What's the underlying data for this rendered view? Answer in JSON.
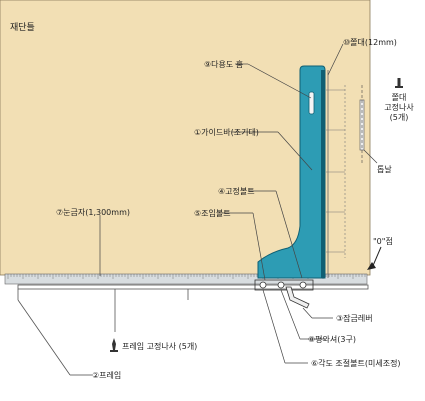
{
  "title": "재단틀",
  "colors": {
    "board": "#f2dfb4",
    "board_edge": "#8a7a5a",
    "fence": "#2d9cb4",
    "fence_dark": "#0f5f73",
    "scale": "#d8dde0",
    "frame_line": "#555555",
    "leader": "#444444"
  },
  "labels": {
    "multipurpose_groove": "⑨다용도 홈",
    "guide_bar": "①가이드바(조기대)",
    "fixing_bolt": "④고정볼트",
    "adjust_bolt": "⑤조임볼트",
    "ruler": "⑦눈금자(1,300mm)",
    "bar_12mm": "⑩쫄대(12mm)",
    "bar_screw_line1": "쫄대",
    "bar_screw_line2": "고정나사",
    "bar_screw_line3": "(5개)",
    "saw_blade": "톱날",
    "zero_point": "\"0\"점",
    "lock_lever": "③잠금레버",
    "flat_washer": "⑧평와셔(3구)",
    "angle_bolt": "⑥각도 조절볼트(미세조정)",
    "frame_screw": "프레임 고정나사 (5개)",
    "frame": "②프레임"
  },
  "icons": [
    "screw-icon",
    "screw-icon"
  ]
}
